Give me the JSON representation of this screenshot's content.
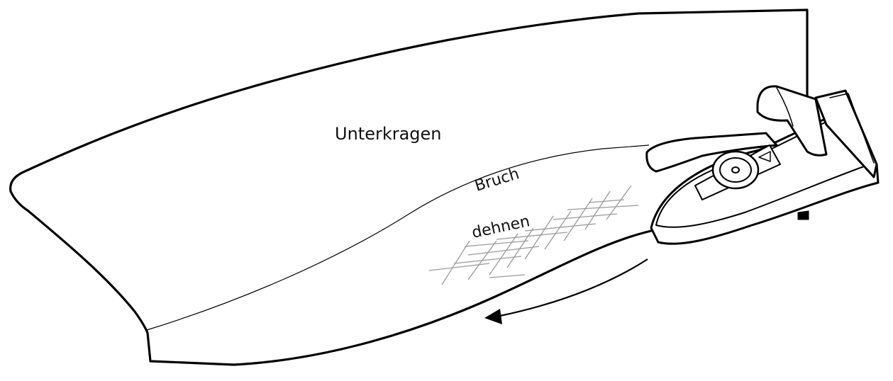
{
  "labels": {
    "under_collar": "Unterkragen",
    "fold": "Bruch",
    "stretch": "dehnen"
  },
  "colors": {
    "line": "#000000",
    "grid": "#9a9a9a",
    "background": "#ffffff"
  },
  "icons": {
    "iron": "iron-icon",
    "direction_arrow": "curved-arrow-icon"
  }
}
